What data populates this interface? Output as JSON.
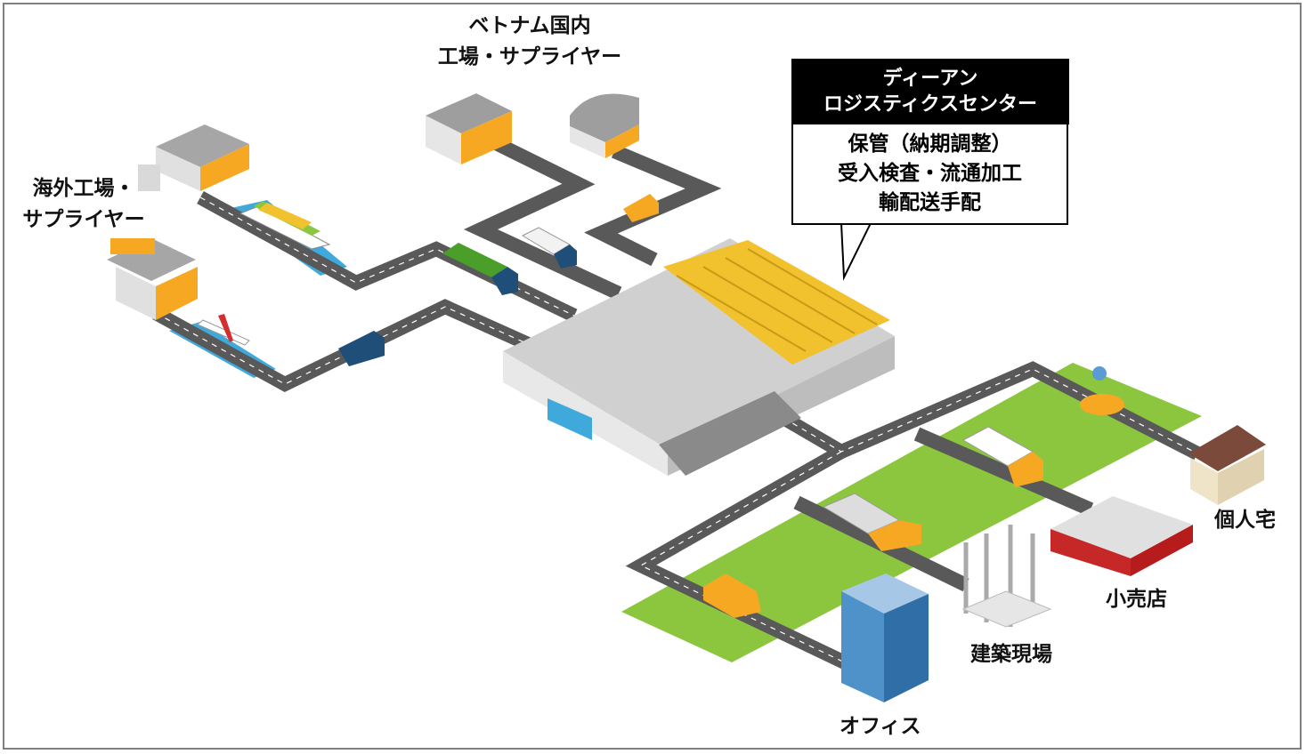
{
  "labels": {
    "vietnam_line1": "ベトナム国内",
    "vietnam_line2": "工場・サプライヤー",
    "overseas_line1": "海外工場・",
    "overseas_line2": "サプライヤー",
    "home": "個人宅",
    "retail": "小売店",
    "construction": "建築現場",
    "office": "オフィス"
  },
  "callout": {
    "title_line1": "ディーアン",
    "title_line2": "ロジスティクスセンター",
    "body_line1": "保管（納期調整）",
    "body_line2": "受入検査・流通加工",
    "body_line3": "輸配送手配"
  },
  "colors": {
    "road": "#5a5a5a",
    "lawn": "#8cc63f",
    "water": "#3fa9dc",
    "accent": "#f7a823",
    "rack": "#f2c12e"
  }
}
